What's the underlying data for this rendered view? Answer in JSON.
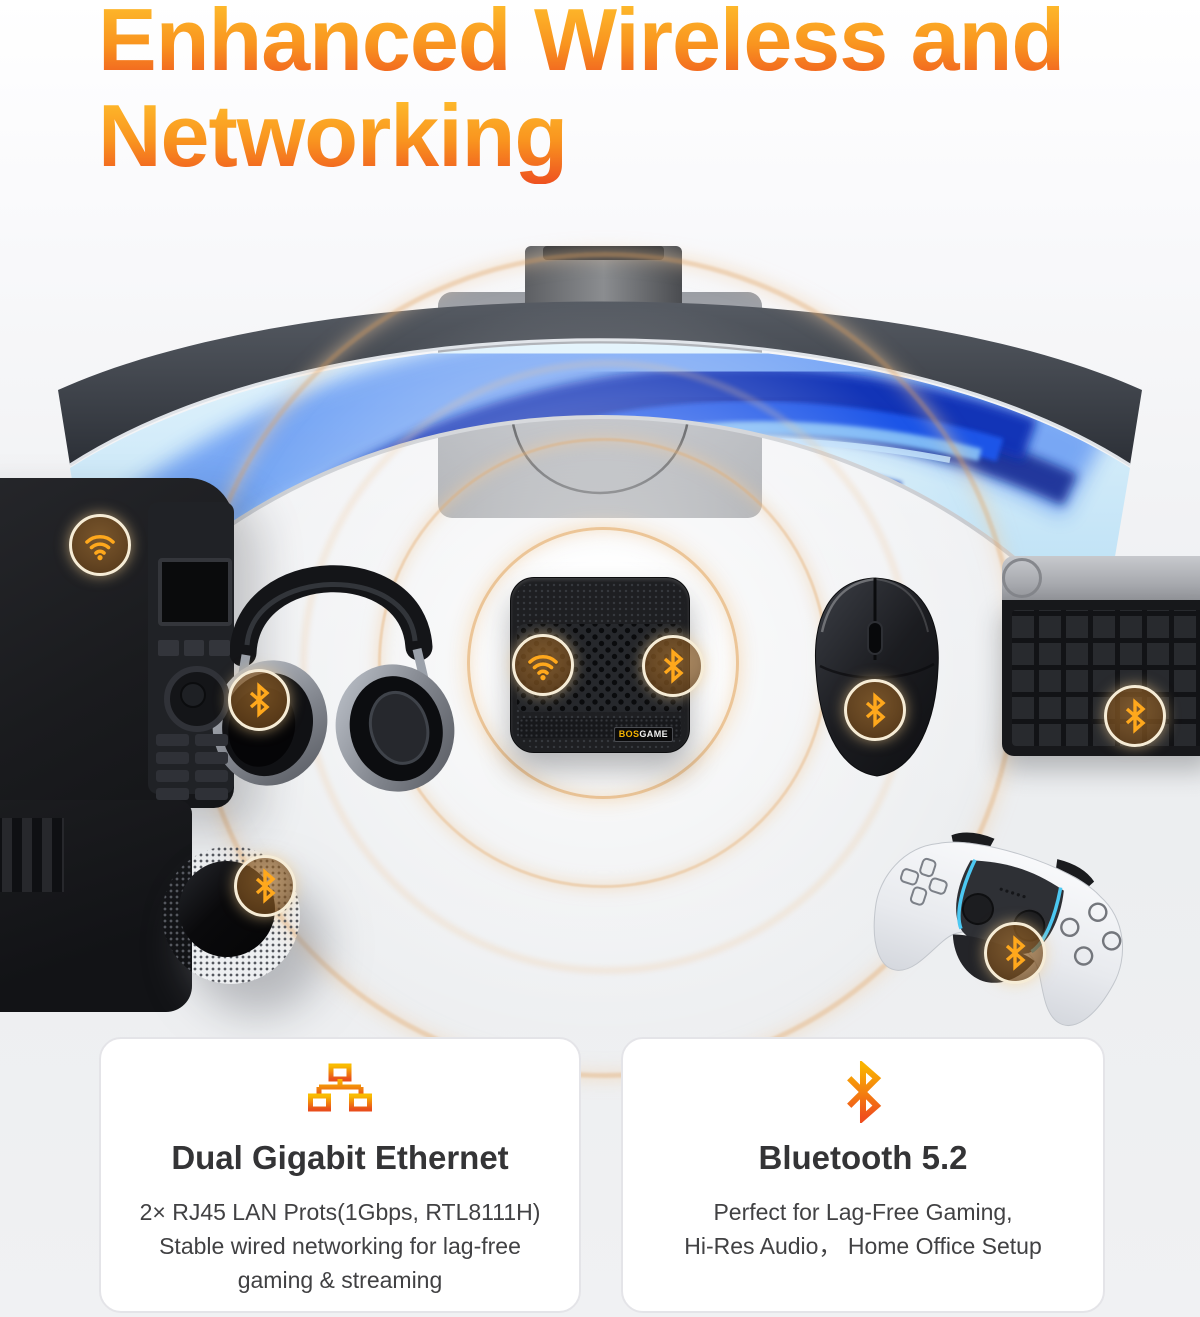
{
  "header": {
    "title_line1": "Enhanced Wireless and",
    "title_line2": "Networking"
  },
  "scene": {
    "devices": [
      "curved-monitor",
      "monitor-stand",
      "printer",
      "wireless-headphones",
      "mini-pc",
      "gaming-mouse",
      "wireless-keyboard",
      "smart-speaker",
      "game-controller"
    ],
    "mini_pc_logo": {
      "text": "BOSGAME",
      "accent": "BOS",
      "rest": "GAME"
    },
    "badges": [
      {
        "device": "printer",
        "icon": "wifi-icon"
      },
      {
        "device": "wireless-headphones",
        "icon": "bluetooth-icon"
      },
      {
        "device": "mini-pc",
        "icon": "wifi-icon"
      },
      {
        "device": "mini-pc",
        "icon": "bluetooth-icon"
      },
      {
        "device": "gaming-mouse",
        "icon": "bluetooth-icon"
      },
      {
        "device": "wireless-keyboard",
        "icon": "bluetooth-icon"
      },
      {
        "device": "smart-speaker",
        "icon": "bluetooth-icon"
      },
      {
        "device": "game-controller",
        "icon": "bluetooth-icon"
      }
    ]
  },
  "cards": [
    {
      "icon": "ethernet-icon",
      "title": "Dual Gigabit Ethernet",
      "lines": [
        "2× RJ45 LAN Prots(1Gbps, RTL8111H)",
        "Stable wired networking for lag-free",
        "gaming & streaming"
      ]
    },
    {
      "icon": "bluetooth-icon",
      "title": "Bluetooth 5.2",
      "lines": [
        "Perfect for Lag-Free Gaming,",
        "Hi-Res Audio， Home Office Setup"
      ]
    }
  ],
  "colors": {
    "title_gradient_top": "#FFC42E",
    "title_gradient_bottom": "#EE5120",
    "accent_orange": "#F6A61C",
    "ring": "#E9B87E",
    "card_border": "#E4E4E8",
    "card_title": "#343436",
    "card_text": "#414143"
  }
}
